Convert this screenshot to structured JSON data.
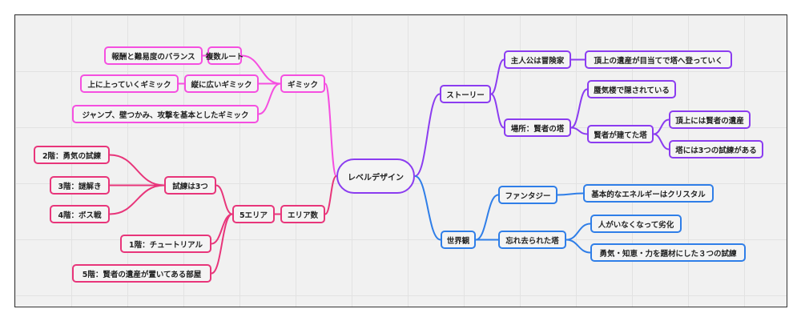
{
  "colors": {
    "gimmick": "#f54fe0",
    "area": "#e8357a",
    "story": "#8b3cf0",
    "world": "#2f7ee8"
  },
  "center": "レベルデザイン",
  "gimmick": {
    "label": "ギミック",
    "multi_route": "複数ルート",
    "reward_balance": "報酬と難易度のバランス",
    "vertical": "縦に広いギミック",
    "climb_up": "上に上っていくギミック",
    "jump": "ジャンプ、壁つかみ、攻撃を基本としたギミック"
  },
  "area": {
    "label": "エリア数",
    "five": "5エリア",
    "trials": "試練は3つ",
    "f2": "2階：勇気の試練",
    "f3": "3階：謎解き",
    "f4": "4階：ボス戦",
    "f1": "1階：チュートリアル",
    "f5": "5階：賢者の遺産が置いてある部屋"
  },
  "story": {
    "label": "ストーリー",
    "hero": "主人公は冒険家",
    "hero_goal": "頂上の遺産が目当てで塔へ登っていく",
    "place": "場所：賢者の塔",
    "mirage": "蜃気楼で隠されている",
    "built": "賢者が建てた塔",
    "top_legacy": "頂上には賢者の遺産",
    "three_trials": "塔には3つの試練がある"
  },
  "world": {
    "label": "世界観",
    "fantasy": "ファンタジー",
    "crystal": "基本的なエネルギーはクリスタル",
    "forgotten": "忘れ去られた塔",
    "decay": "人がいなくなって劣化",
    "trial_theme": "勇気・知恵・力を題材にした３つの試練"
  }
}
